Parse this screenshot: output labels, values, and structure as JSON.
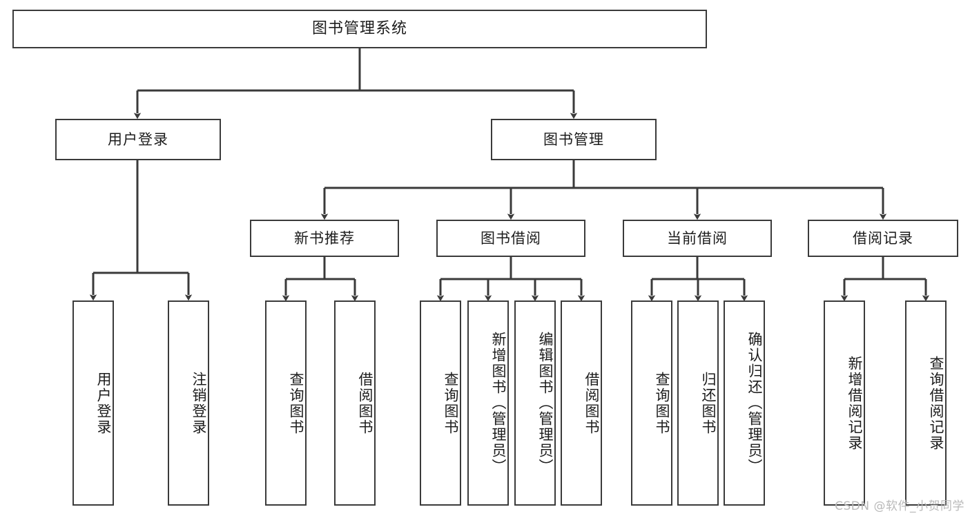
{
  "diagram": {
    "title": "图书管理系统",
    "watermark": "CSDN @软件_小贺同学",
    "stroke_color": "#3a3a3a",
    "background_color": "#ffffff",
    "text_color": "#1c1c1c",
    "watermark_color": "#b9b9b9",
    "levels": {
      "root": "图书管理系统",
      "level2": [
        "用户登录",
        "图书管理"
      ],
      "level3": [
        "新书推荐",
        "图书借阅",
        "当前借阅",
        "借阅记录"
      ],
      "leaves": [
        "用户登录",
        "注销登录",
        "查询图书",
        "借阅图书",
        "查询图书",
        "新增图书（管理员）",
        "编辑图书（管理员）",
        "借阅图书",
        "查询图书",
        "归还图书",
        "确认归还（管理员）",
        "新增借阅记录",
        "查询借阅记录"
      ]
    },
    "nodes": {
      "root": {
        "label": "图书管理系统"
      },
      "user_login": {
        "label": "用户登录"
      },
      "book_manage": {
        "label": "图书管理"
      },
      "new_book_rec": {
        "label": "新书推荐"
      },
      "book_borrow": {
        "label": "图书借阅"
      },
      "current_borrow": {
        "label": "当前借阅"
      },
      "borrow_record": {
        "label": "借阅记录"
      },
      "leaf_user_login": {
        "label": "用户登录"
      },
      "leaf_logout": {
        "label": "注销登录"
      },
      "leaf_query_book_1": {
        "label": "查询图书"
      },
      "leaf_borrow_book_1": {
        "label": "借阅图书"
      },
      "leaf_query_book_2": {
        "label": "查询图书"
      },
      "leaf_add_book": {
        "label": "新增图书（管理员）"
      },
      "leaf_edit_book": {
        "label": "编辑图书（管理员）"
      },
      "leaf_borrow_book_2": {
        "label": "借阅图书"
      },
      "leaf_query_book_3": {
        "label": "查询图书"
      },
      "leaf_return_book": {
        "label": "归还图书"
      },
      "leaf_confirm_return": {
        "label": "确认归还（管理员）"
      },
      "leaf_add_record": {
        "label": "新增借阅记录"
      },
      "leaf_query_record": {
        "label": "查询借阅记录"
      }
    }
  }
}
